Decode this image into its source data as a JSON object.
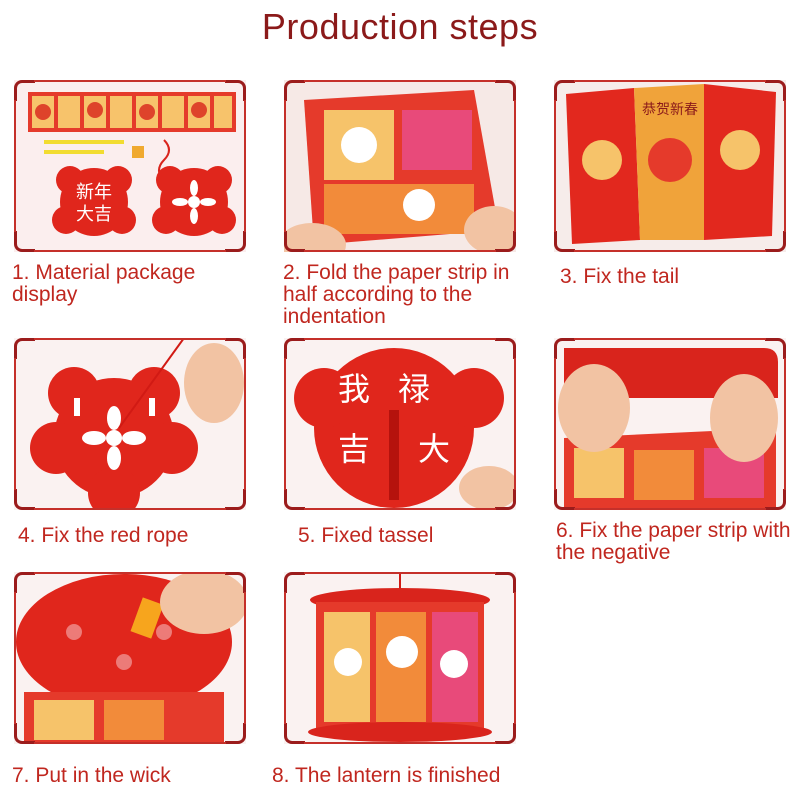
{
  "title": "Production steps",
  "colors": {
    "title": "#8b1a1a",
    "caption": "#c0271f",
    "frame": "#9b1c1c",
    "felt": "#e0261c"
  },
  "steps": [
    {
      "caption": "1. Material package display"
    },
    {
      "caption": "2. Fold the paper strip in half according to the indentation"
    },
    {
      "caption": "3. Fix the tail"
    },
    {
      "caption": "4. Fix the red rope"
    },
    {
      "caption": "5. Fixed tassel"
    },
    {
      "caption": "6. Fix the paper strip with the negative"
    },
    {
      "caption": "7. Put in the wick"
    },
    {
      "caption": "8. The lantern is finished"
    }
  ],
  "felt_text": {
    "step1": [
      "新年",
      "大吉"
    ],
    "step3": "恭贺新春",
    "step5": [
      "我",
      "禄",
      "吉",
      "大"
    ]
  }
}
